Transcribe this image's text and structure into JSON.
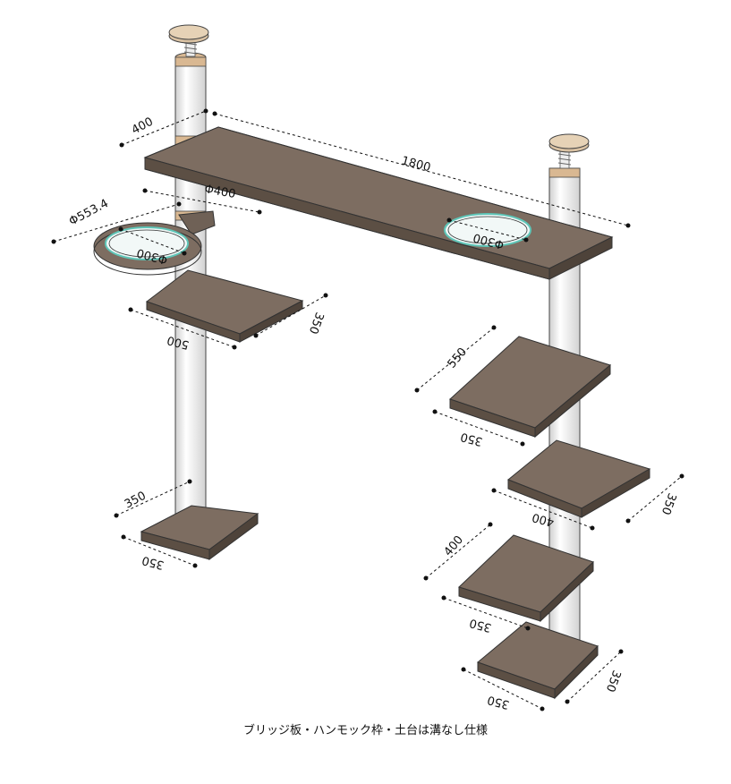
{
  "caption": "ブリッジ板・ハンモック枠・土台は溝なし仕様",
  "dimensions": {
    "bridge_length": "1800",
    "bridge_depth": "400",
    "hammock_outer": "Φ553.4",
    "hammock_inner": "Φ400",
    "hole_left": "Φ300",
    "hole_right": "Φ300",
    "left_shelf_width": "500",
    "left_shelf_depth": "350",
    "left_base_a": "350",
    "left_base_b": "350",
    "right_shelf1_a": "550",
    "right_shelf1_b": "350",
    "right_shelf2_a": "400",
    "right_shelf2_b": "350",
    "right_shelf3_a": "400",
    "right_shelf3_b": "350",
    "right_base_a": "350",
    "right_base_b": "350"
  },
  "colors": {
    "wood_top": "#7d6d61",
    "wood_edge": "#5c4f44",
    "pole": "#f6f6f4",
    "ring": "#d9b892",
    "glass": "#5fc6b8"
  }
}
